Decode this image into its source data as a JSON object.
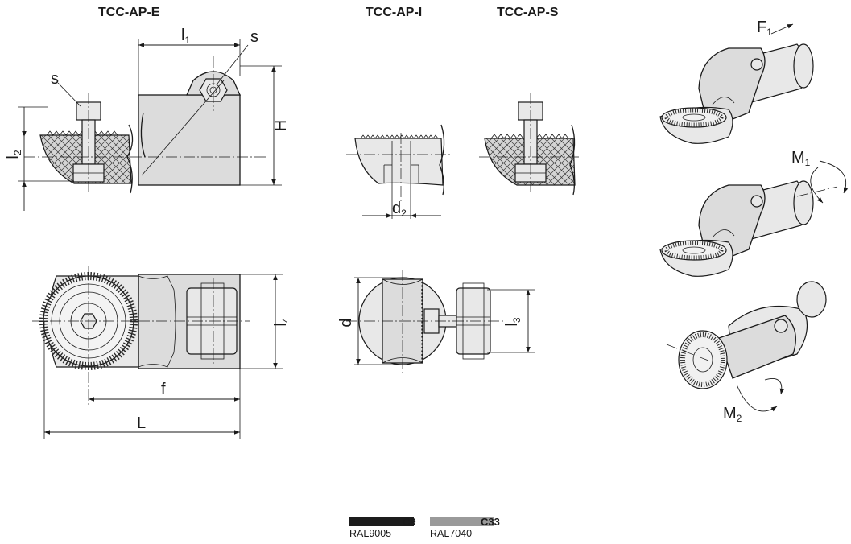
{
  "views": {
    "e": {
      "title": "TCC-AP-E"
    },
    "i": {
      "title": "TCC-AP-I"
    },
    "s": {
      "title": "TCC-AP-S"
    }
  },
  "dimensions": {
    "l1": {
      "main": "l",
      "sub": "1"
    },
    "l2": {
      "main": "l",
      "sub": "2"
    },
    "l3": {
      "main": "l",
      "sub": "3"
    },
    "l4": {
      "main": "l",
      "sub": "4"
    },
    "d2": {
      "main": "d",
      "sub": "2"
    },
    "s": "s",
    "H": "H",
    "d": "d",
    "f": "f",
    "L": "L"
  },
  "loads": {
    "F1": {
      "main": "F",
      "sub": "1"
    },
    "M1": {
      "main": "M",
      "sub": "1"
    },
    "M2": {
      "main": "M",
      "sub": "2"
    }
  },
  "colors": [
    {
      "code": "C9",
      "ral": "RAL9005",
      "hex": "#1c1c1c"
    },
    {
      "code": "C33",
      "ral": "RAL7040",
      "hex": "#9a9a9a"
    }
  ]
}
